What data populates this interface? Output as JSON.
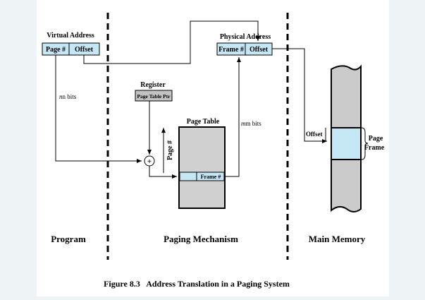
{
  "labels": {
    "virtual_address": "Virtual Address",
    "page_num": "Page #",
    "offset": "Offset",
    "physical_address": "Physical Address",
    "frame_num": "Frame #",
    "register": "Register",
    "page_table_ptr": "Page Table Ptr",
    "page_table": "Page Table",
    "n_bits": "n bits",
    "m_bits": "m bits",
    "page_num_vertical": "Page #",
    "frame_num_row": "Frame #",
    "offset_memory": "Offset",
    "page_frame_line1": "Page",
    "page_frame_line2": "Frame",
    "plus": "+"
  },
  "sections": {
    "program": "Program",
    "paging_mechanism": "Paging Mechanism",
    "main_memory": "Main Memory"
  },
  "caption": "Figure 8.3   Address Translation in a Paging System",
  "colors": {
    "address_box": "#c5e6f5",
    "frame_highlight": "#c5e6f5",
    "register_box": "#c2c2c2",
    "page_table_fill": "#d0d0d0",
    "memory_fill": "#cbcbcb",
    "background": "#eef3f6"
  }
}
